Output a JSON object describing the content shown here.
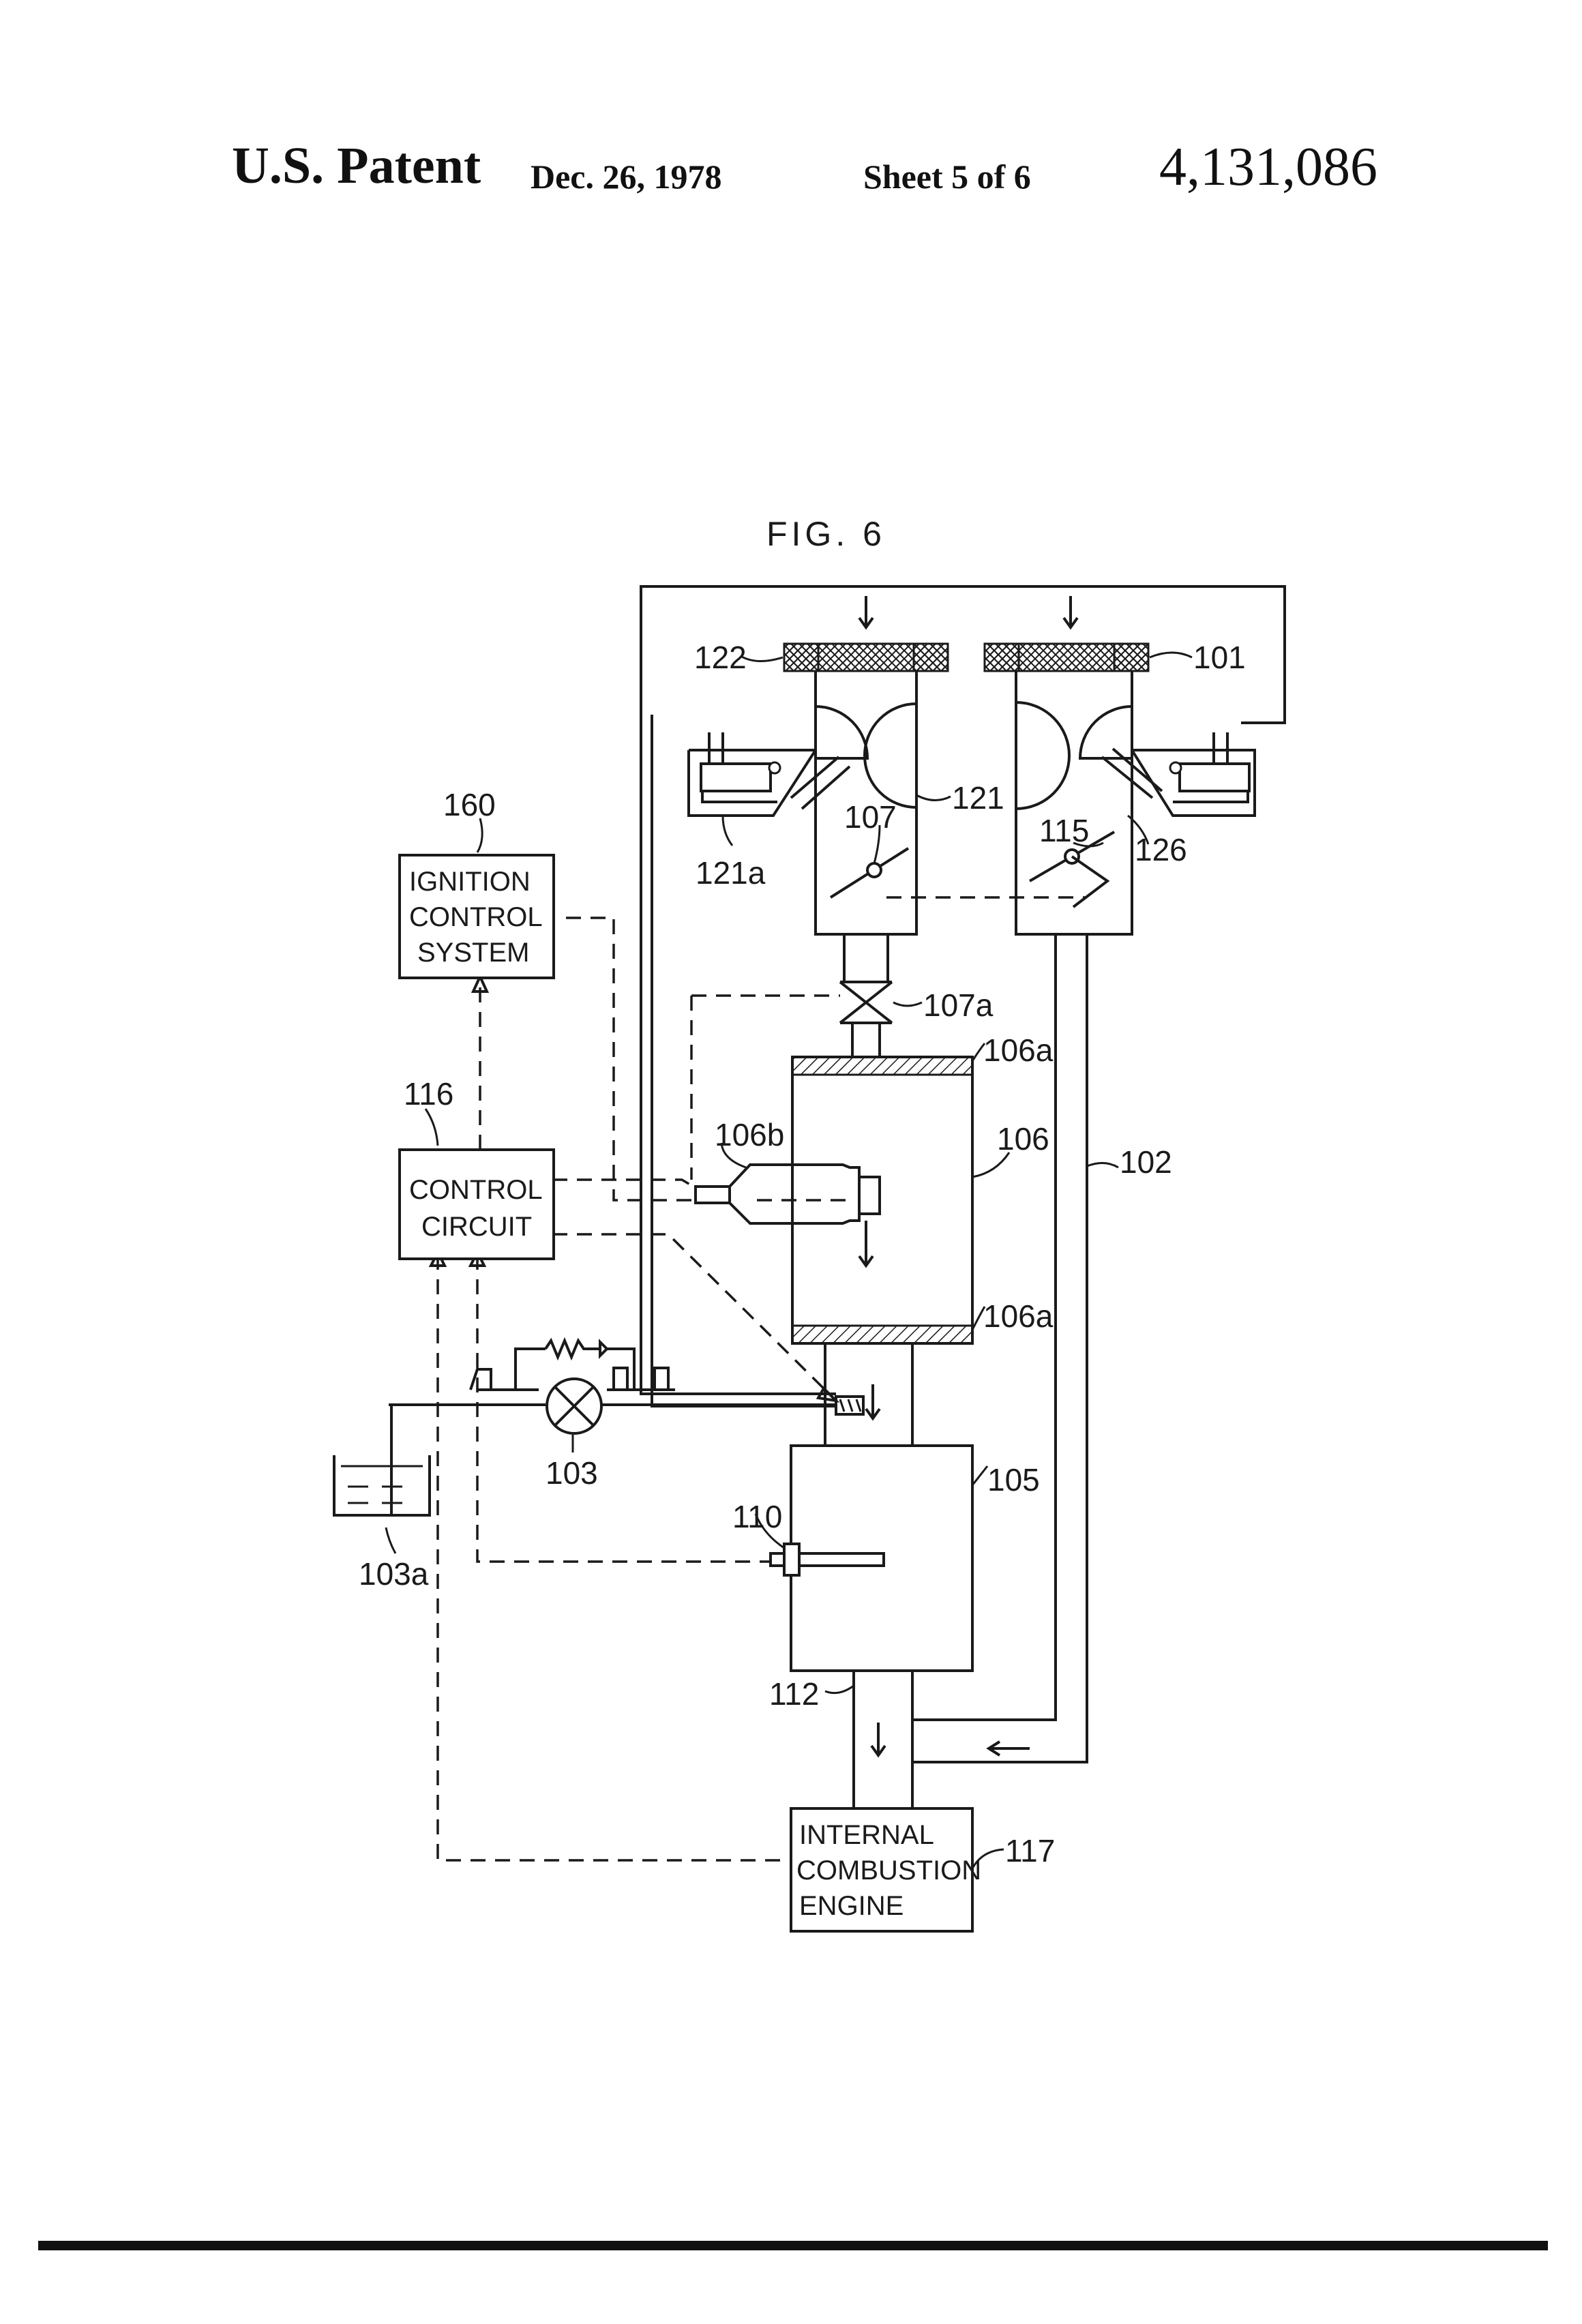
{
  "header": {
    "patent_label": "U.S. Patent",
    "date": "Dec. 26, 1978",
    "sheet": "Sheet 5 of 6",
    "patent_number": "4,131,086"
  },
  "figure": {
    "title": "FIG. 6",
    "blocks": {
      "ignition": [
        "IGNITION",
        "CONTROL",
        "SYSTEM"
      ],
      "control": [
        "CONTROL",
        "CIRCUIT"
      ],
      "engine": [
        "INTERNAL",
        "COMBUSTION",
        "ENGINE"
      ]
    },
    "labels": {
      "r101": "101",
      "r102": "102",
      "r103": "103",
      "r103a": "103a",
      "r105": "105",
      "r106": "106",
      "r106a_top": "106a",
      "r106a_bottom": "106a",
      "r106b": "106b",
      "r107": "107",
      "r107a": "107a",
      "r110": "110",
      "r112": "112",
      "r115": "115",
      "r116": "116",
      "r117": "117",
      "r121": "121",
      "r121a": "121a",
      "r122": "122",
      "r126": "126",
      "r160": "160"
    }
  }
}
